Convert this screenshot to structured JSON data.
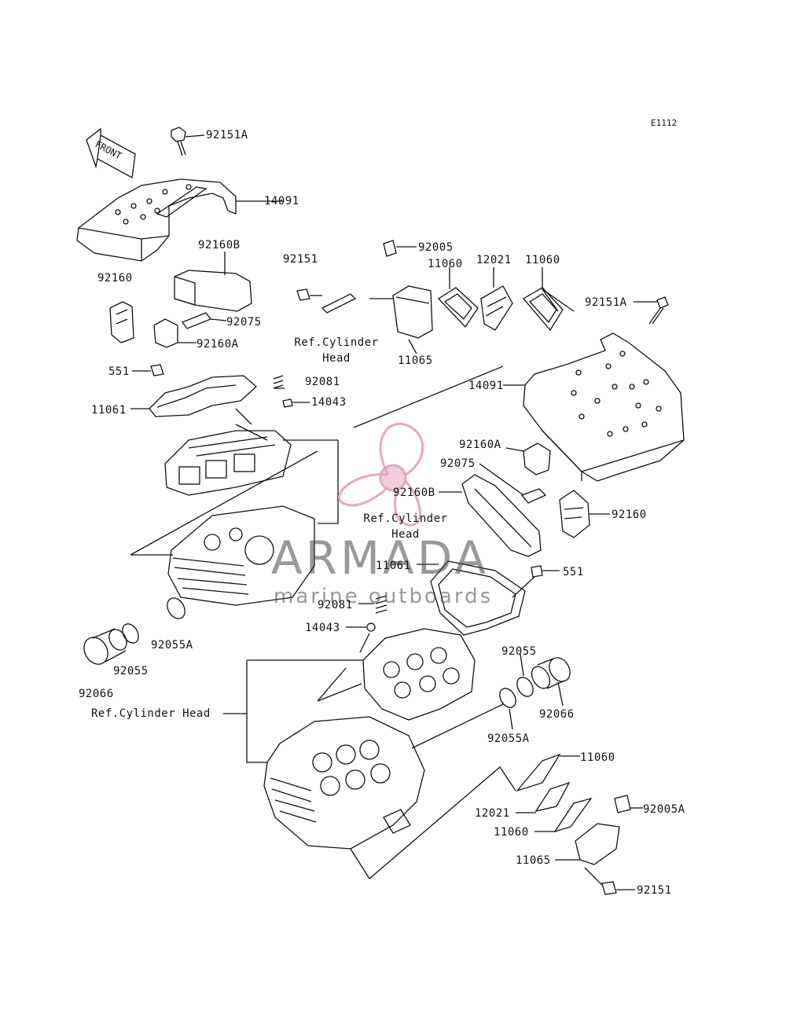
{
  "diagram_code": "E1112",
  "front_arrow": "FRONT",
  "watermark": {
    "title": "ARMADA",
    "subtitle": "marine outboards",
    "accent": "#e7a6c0"
  },
  "labels": {
    "p92151A_top": "92151A",
    "p14091_top": "14091",
    "p92160B_left": "92160B",
    "p92160_left": "92160",
    "p92075_left": "92075",
    "p92160A_left": "92160A",
    "p551_left": "551",
    "p92081_left": "92081",
    "p14043_left": "14043",
    "p11061_left": "11061",
    "p92151_mid": "92151",
    "ref_head_1_a": "Ref.Cylinder",
    "ref_head_1_b": "Head",
    "p92005": "92005",
    "p11060_a": "11060",
    "p12021": "12021",
    "p11060_b": "11060",
    "p11065_top": "11065",
    "p92151A_right": "92151A",
    "p14091_right": "14091",
    "p92160A_right": "92160A",
    "p92075_right": "92075",
    "p92160B_right": "92160B",
    "ref_head_2_a": "Ref.Cylinder",
    "ref_head_2_b": "Head",
    "p92160_right": "92160",
    "p11061_right": "11061",
    "p551_right": "551",
    "p92081_right": "92081",
    "p14043_right": "14043",
    "p92055A_left": "92055A",
    "p92055_left": "92055",
    "p92066_left": "92066",
    "ref_head_3": "Ref.Cylinder Head",
    "p92055_right": "92055",
    "p92066_right": "92066",
    "p92055A_right": "92055A",
    "p11060_c": "11060",
    "p12021_b": "12021",
    "p11060_d": "11060",
    "p92005A": "92005A",
    "p11065_bottom": "11065",
    "p92151_bottom": "92151"
  }
}
